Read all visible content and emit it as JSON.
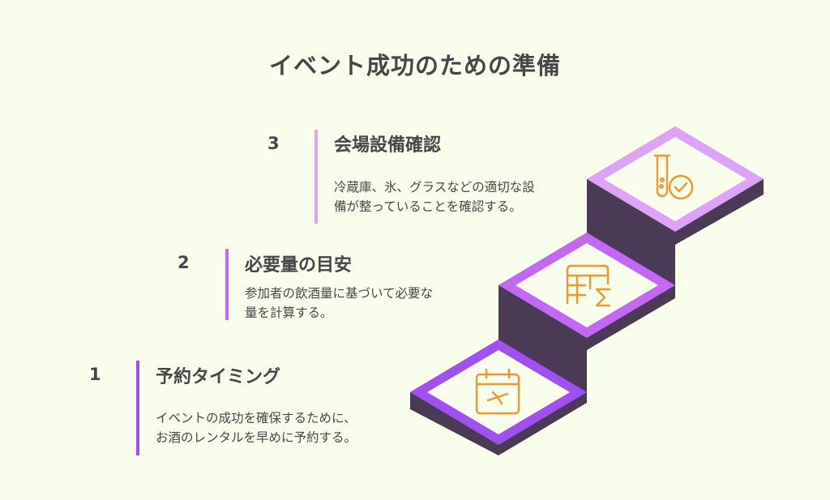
{
  "title": "イベント成功のための準備",
  "colors": {
    "background": "#f9fdec",
    "stair_side": "#4b3a55",
    "step1_accent": "#a04ff0",
    "step2_accent": "#c268f5",
    "step3_accent": "#dda3f8",
    "icon": "#f2962e",
    "text": "#464646"
  },
  "steps": [
    {
      "number": "1",
      "heading": "予約タイミング",
      "desc_lines": [
        "イベントの成功を確保するために、",
        "お酒のレンタルを早めに予約する。"
      ],
      "icon": "calendar-icon"
    },
    {
      "number": "2",
      "heading": "必要量の目安",
      "desc_lines": [
        "参加者の飲酒量に基づいて必要な",
        "量を計算する。"
      ],
      "icon": "calculation-table-icon"
    },
    {
      "number": "3",
      "heading": "会場設備確認",
      "desc_lines": [
        "冷蔵庫、氷、グラスなどの適切な設",
        "備が整っていることを確認する。"
      ],
      "icon": "test-tube-check-icon"
    }
  ]
}
